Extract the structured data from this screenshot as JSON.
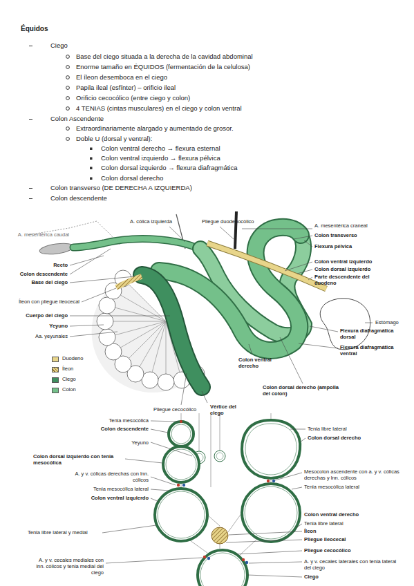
{
  "diagram": {
    "title": "Équidos",
    "labels": [
      "Ciego",
      "Base del ciego situada a la derecha de la cavidad abdominal",
      "Enorme tamaño en ÉQUIDOS (fermentación de la celulosa)",
      "El íleon desemboca en el ciego",
      "Papila ileal (esfínter) – orificio ileal",
      "Orificio cecocólico (entre ciego y colon)",
      "4 TENIAS (cintas musculares) en el ciego y colon ventral",
      "Colon Ascendente",
      "Extraordinariamente alargado y aumentado de grosor.",
      "Doble U (dorsal y ventral):",
      "Colon ventral derecho → flexura esternal",
      "Colon ventral izquierdo → flexura pélvica",
      "Colon dorsal izquierdo → flexura diafragmática",
      "Colon dorsal derecho",
      "Colon transverso (DE DERECHA A IZQUIERDA)",
      "Colon descendente",
      "A. cólica izquierda",
      "Pliegue duodenocólico",
      "A. mesentérica craneal",
      "A. mesentérica caudal",
      "Colon transverso",
      "Flexura pélvica",
      "Recto",
      "Colon descendente",
      "Base del ciego",
      "Colon ventral izquierdo",
      "Colon dorsal izquierdo",
      "Parte descendente del duodeno",
      "Íleon con pliegue ileocecal",
      "Estómago",
      "Cuerpo del ciego",
      "Yeyuno",
      "Aa. yeyunales",
      "Flexura diafragmática dorsal",
      "Flexura diafragmática ventral",
      "Colon ventral derecho",
      "Pliegue cecocólico",
      "Vértice del ciego",
      "Colon dorsal derecho (ampolla del colon)",
      "Tenia mesocólica",
      "Colon descendente",
      "Yeyuno",
      "Colon dorsal izquierdo con tenia mesocólica",
      "A. y v. cólicas derechas con lnn. cólicos",
      "Tenia mesocólica lateral",
      "Colon ventral izquierdo",
      "Tenia libre lateral y medial",
      "A. y v. cecales mediales con lnn. cólicos y tenia medial del ciego",
      "Tenia libre lateral",
      "Colon dorsal derecho",
      "Mesocolon ascendente con a. y v. cólicas derechas y lnn. cólicos",
      "Tenia mesocólica lateral",
      "Colon ventral derecho",
      "Tenia libre lateral",
      "Íleon",
      "Pliegue ileocecal",
      "Pliegue cecocólico",
      "A. y v. cecales laterales con tenia lateral del ciego",
      "Ciego"
    ],
    "legend": [
      {
        "text": "Duodeno",
        "color": "#e8d58a"
      },
      {
        "text": "Íleon"
      },
      {
        "text": "Ciego",
        "color": "#3f8f5f"
      },
      {
        "text": "Colon",
        "color": "#74c08a"
      }
    ]
  }
}
